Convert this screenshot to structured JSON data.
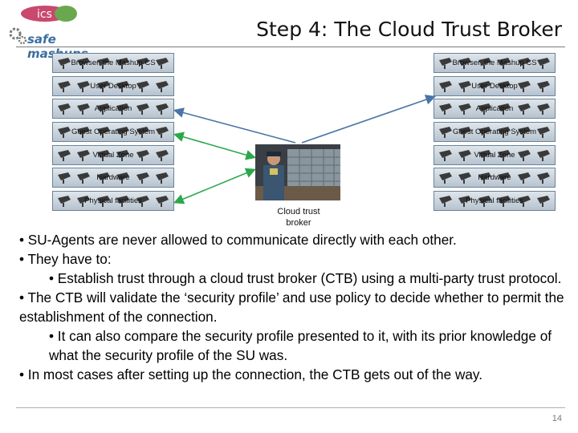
{
  "slide": {
    "title": "Step 4: The Cloud Trust Broker",
    "page_number": "14"
  },
  "logo": {
    "word_top": "ics",
    "word_bottom": "safe mashups",
    "colors": {
      "top": "#a03060",
      "bottom": "#3b6fa0"
    }
  },
  "diagram": {
    "left_stack": [
      "Browser, the Mashup CS",
      "User Desktop",
      "Application",
      "Guest Operating System",
      "Virtual Zone",
      "Hardware",
      "Physical facilities"
    ],
    "right_stack": [
      "Browser, the Mashup CS",
      "User Desktop",
      "Application",
      "Guest Operating System",
      "Virtual Zone",
      "Hardware",
      "Physical facilities"
    ],
    "broker_caption": "Cloud trust broker",
    "colors": {
      "blue_arrow": "#4a74a8",
      "green_arrow": "#2aa84a"
    }
  },
  "body": {
    "lines": [
      "• SU-Agents are never allowed to communicate directly with each other.",
      "• They have to:",
      "• Establish trust through a cloud trust broker (CTB) using a multi-party trust protocol.",
      "• The CTB will validate the ‘security profile’ and use policy to decide whether to permit the establishment of the connection.",
      "• It can also compare the security profile presented to it, with its prior knowledge of what the security profile of the SU was.",
      "• In most cases after setting up the connection, the CTB gets out of the way."
    ]
  }
}
